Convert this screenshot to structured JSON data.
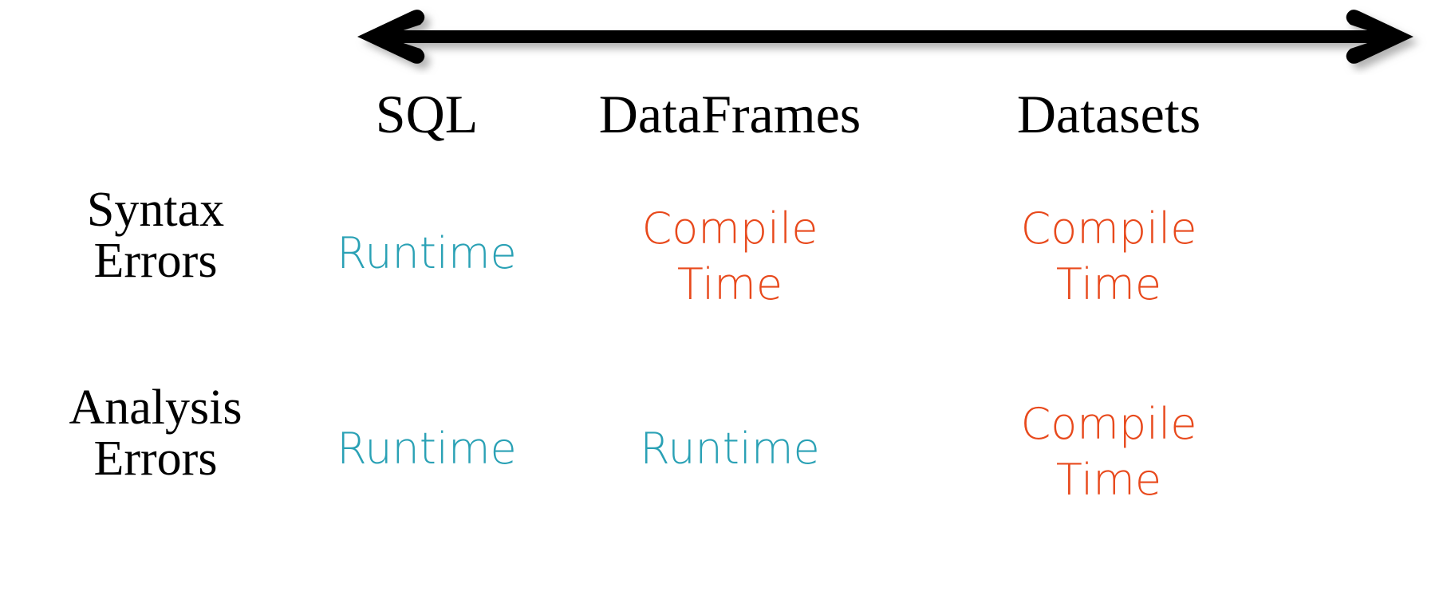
{
  "figure": {
    "axis": {
      "icon": "double-headed-arrow-icon",
      "direction": "bidirectional",
      "color": "#000000",
      "meaning": ""
    },
    "colors": {
      "runtime": "#2AA1B5",
      "compile_time": "#E8491C",
      "text": "#000000",
      "background": "#FFFFFF"
    }
  },
  "table": {
    "corner_label": "",
    "columns": [
      {
        "label": "SQL"
      },
      {
        "label": "DataFrames"
      },
      {
        "label": "Datasets"
      }
    ],
    "rows": [
      {
        "label_line1": "Syntax",
        "label_line2": "Errors",
        "cells": [
          {
            "text": "Runtime",
            "kind": "runtime"
          },
          {
            "text": "Compile\nTime",
            "kind": "compile_time"
          },
          {
            "text": "Compile\nTime",
            "kind": "compile_time"
          }
        ]
      },
      {
        "label_line1": "Analysis",
        "label_line2": "Errors",
        "cells": [
          {
            "text": "Runtime",
            "kind": "runtime"
          },
          {
            "text": "Runtime",
            "kind": "runtime"
          },
          {
            "text": "Compile\nTime",
            "kind": "compile_time"
          }
        ]
      }
    ]
  }
}
